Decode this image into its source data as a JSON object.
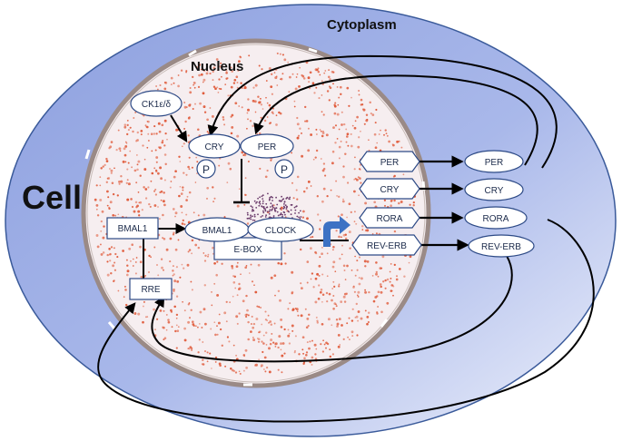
{
  "labels": {
    "cytoplasm": "Cytoplasm",
    "nucleus": "Nucleus",
    "cell": "Cell"
  },
  "nodes": {
    "ck1": "CK1ε/δ",
    "cry_nuc": "CRY",
    "per_nuc": "PER",
    "p1": "P",
    "p2": "P",
    "bmal1_left": "BMAL1",
    "bmal1_complex": "BMAL1",
    "clock": "CLOCK",
    "ebox": "E-BOX",
    "rre": "RRE",
    "gene_per": "PER",
    "gene_cry": "CRY",
    "gene_rora": "RORA",
    "gene_reverb": "REV-ERB",
    "prot_per": "PER",
    "prot_cry": "CRY",
    "prot_rora": "RORA",
    "prot_reverb": "REV-ERB"
  },
  "colors": {
    "cell_fill": "#9fb0e6",
    "cell_stroke": "#3a5a9a",
    "nucleus_fill": "#f6eef0",
    "nucleus_stroke": "#9a8a86",
    "dots": "#e05a3a",
    "chromatin": "#6a3a6a",
    "arrow": "#000000",
    "transcription_arrow": "#3d72c4",
    "node_fill": "#ffffff",
    "node_stroke": "#2d4a86"
  }
}
